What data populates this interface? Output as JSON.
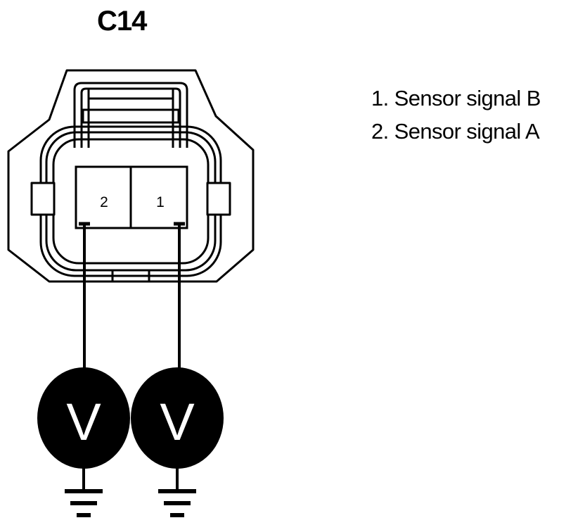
{
  "connector": {
    "title": "C14",
    "pins": [
      {
        "number": "2"
      },
      {
        "number": "1"
      }
    ]
  },
  "legend": {
    "items": [
      {
        "text": "1. Sensor signal B"
      },
      {
        "text": "2. Sensor signal A"
      }
    ]
  },
  "meters": [
    {
      "label": "V"
    },
    {
      "label": "V"
    }
  ],
  "colors": {
    "ink": "#000000",
    "paper": "#ffffff"
  }
}
